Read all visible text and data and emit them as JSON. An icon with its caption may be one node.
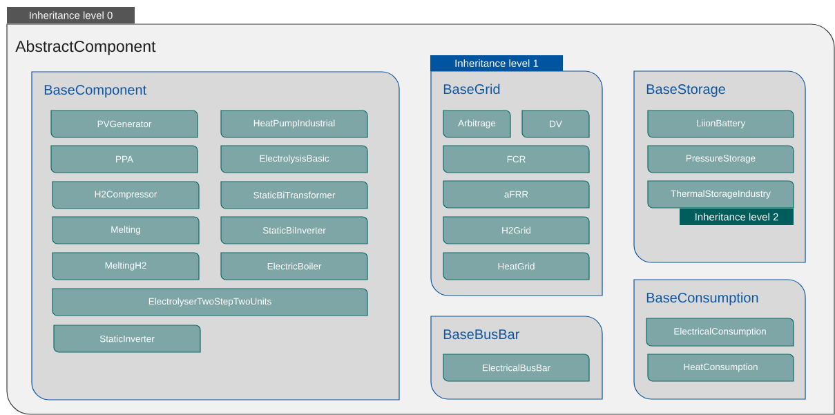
{
  "diagram": {
    "nodes": [
      {
        "text": [
          "Inheritance level 0"
        ]
      },
      {
        "text": [
          "AbstractComponent"
        ]
      },
      {
        "text": [
          "BaseComponent"
        ],
        "in": 1
      },
      {
        "text": [
          "PVGenerator"
        ],
        "in": 2
      },
      {
        "text": [
          "HeatPumpIndustrial"
        ],
        "in": 2
      },
      {
        "text": [
          "PPA"
        ],
        "in": 2
      },
      {
        "text": [
          "ElectrolysisBasic"
        ],
        "in": 2
      },
      {
        "text": [
          "H2Compressor"
        ],
        "in": 2
      },
      {
        "text": [
          "StaticBiTransformer"
        ],
        "in": 2
      },
      {
        "text": [
          "Melting"
        ],
        "in": 2
      },
      {
        "text": [
          "StaticBiInverter"
        ],
        "in": 2
      },
      {
        "text": [
          "MeltingH2"
        ],
        "in": 2
      },
      {
        "text": [
          "ElectricBoiler"
        ],
        "in": 2
      },
      {
        "text": [
          "ElectrolyserTwoStepTwoUnits"
        ],
        "in": 2
      },
      {
        "text": [
          "StaticInverter"
        ],
        "in": 2
      },
      {
        "text": [
          "Inheritance level 1"
        ],
        "in": 1
      },
      {
        "text": [
          "BaseGrid"
        ],
        "in": 1
      },
      {
        "text": [
          "Arbitrage"
        ],
        "in": 16
      },
      {
        "text": [
          "DV"
        ],
        "in": 16
      },
      {
        "text": [
          "FCR"
        ],
        "in": 16
      },
      {
        "text": [
          "aFRR"
        ],
        "in": 16
      },
      {
        "text": [
          "H2Grid"
        ],
        "in": 16
      },
      {
        "text": [
          "HeatGrid"
        ],
        "in": 16
      },
      {
        "text": [
          "BaseStorage"
        ],
        "in": 1
      },
      {
        "text": [
          "LiionBattery"
        ],
        "in": 23
      },
      {
        "text": [
          "PressureStorage"
        ],
        "in": 23
      },
      {
        "text": [
          "ThermalStorageIndustry"
        ],
        "in": 23
      },
      {
        "text": [
          "Inheritance level 2"
        ],
        "in": 23
      },
      {
        "text": [
          "BaseBusBar"
        ],
        "in": 1
      },
      {
        "text": [
          "ElectricalBusBar"
        ],
        "in": 28
      },
      {
        "text": [
          "BaseConsumption"
        ],
        "in": 1
      },
      {
        "text": [
          "ElectricalConsumption"
        ],
        "in": 30
      },
      {
        "text": [
          "HeatConsumption"
        ],
        "in": 30
      }
    ]
  }
}
